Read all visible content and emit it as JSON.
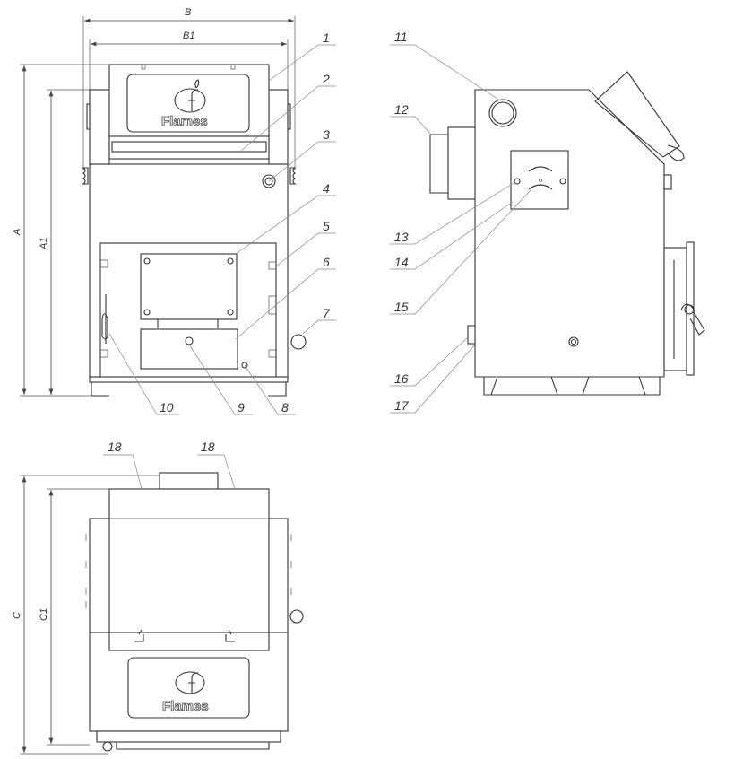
{
  "drawing": {
    "dimensions": {
      "A": "A",
      "A1": "A1",
      "B": "B",
      "B1": "B1",
      "C": "C",
      "C1": "C1"
    },
    "logo_text": "Flames",
    "callouts": {
      "c1": "1",
      "c2": "2",
      "c3": "3",
      "c4": "4",
      "c5": "5",
      "c6": "6",
      "c7": "7",
      "c8": "8",
      "c9": "9",
      "c10": "10",
      "c11": "11",
      "c12": "12",
      "c13": "13",
      "c14": "14",
      "c15": "15",
      "c16": "16",
      "c17": "17",
      "c18a": "18",
      "c18b": "18"
    }
  }
}
